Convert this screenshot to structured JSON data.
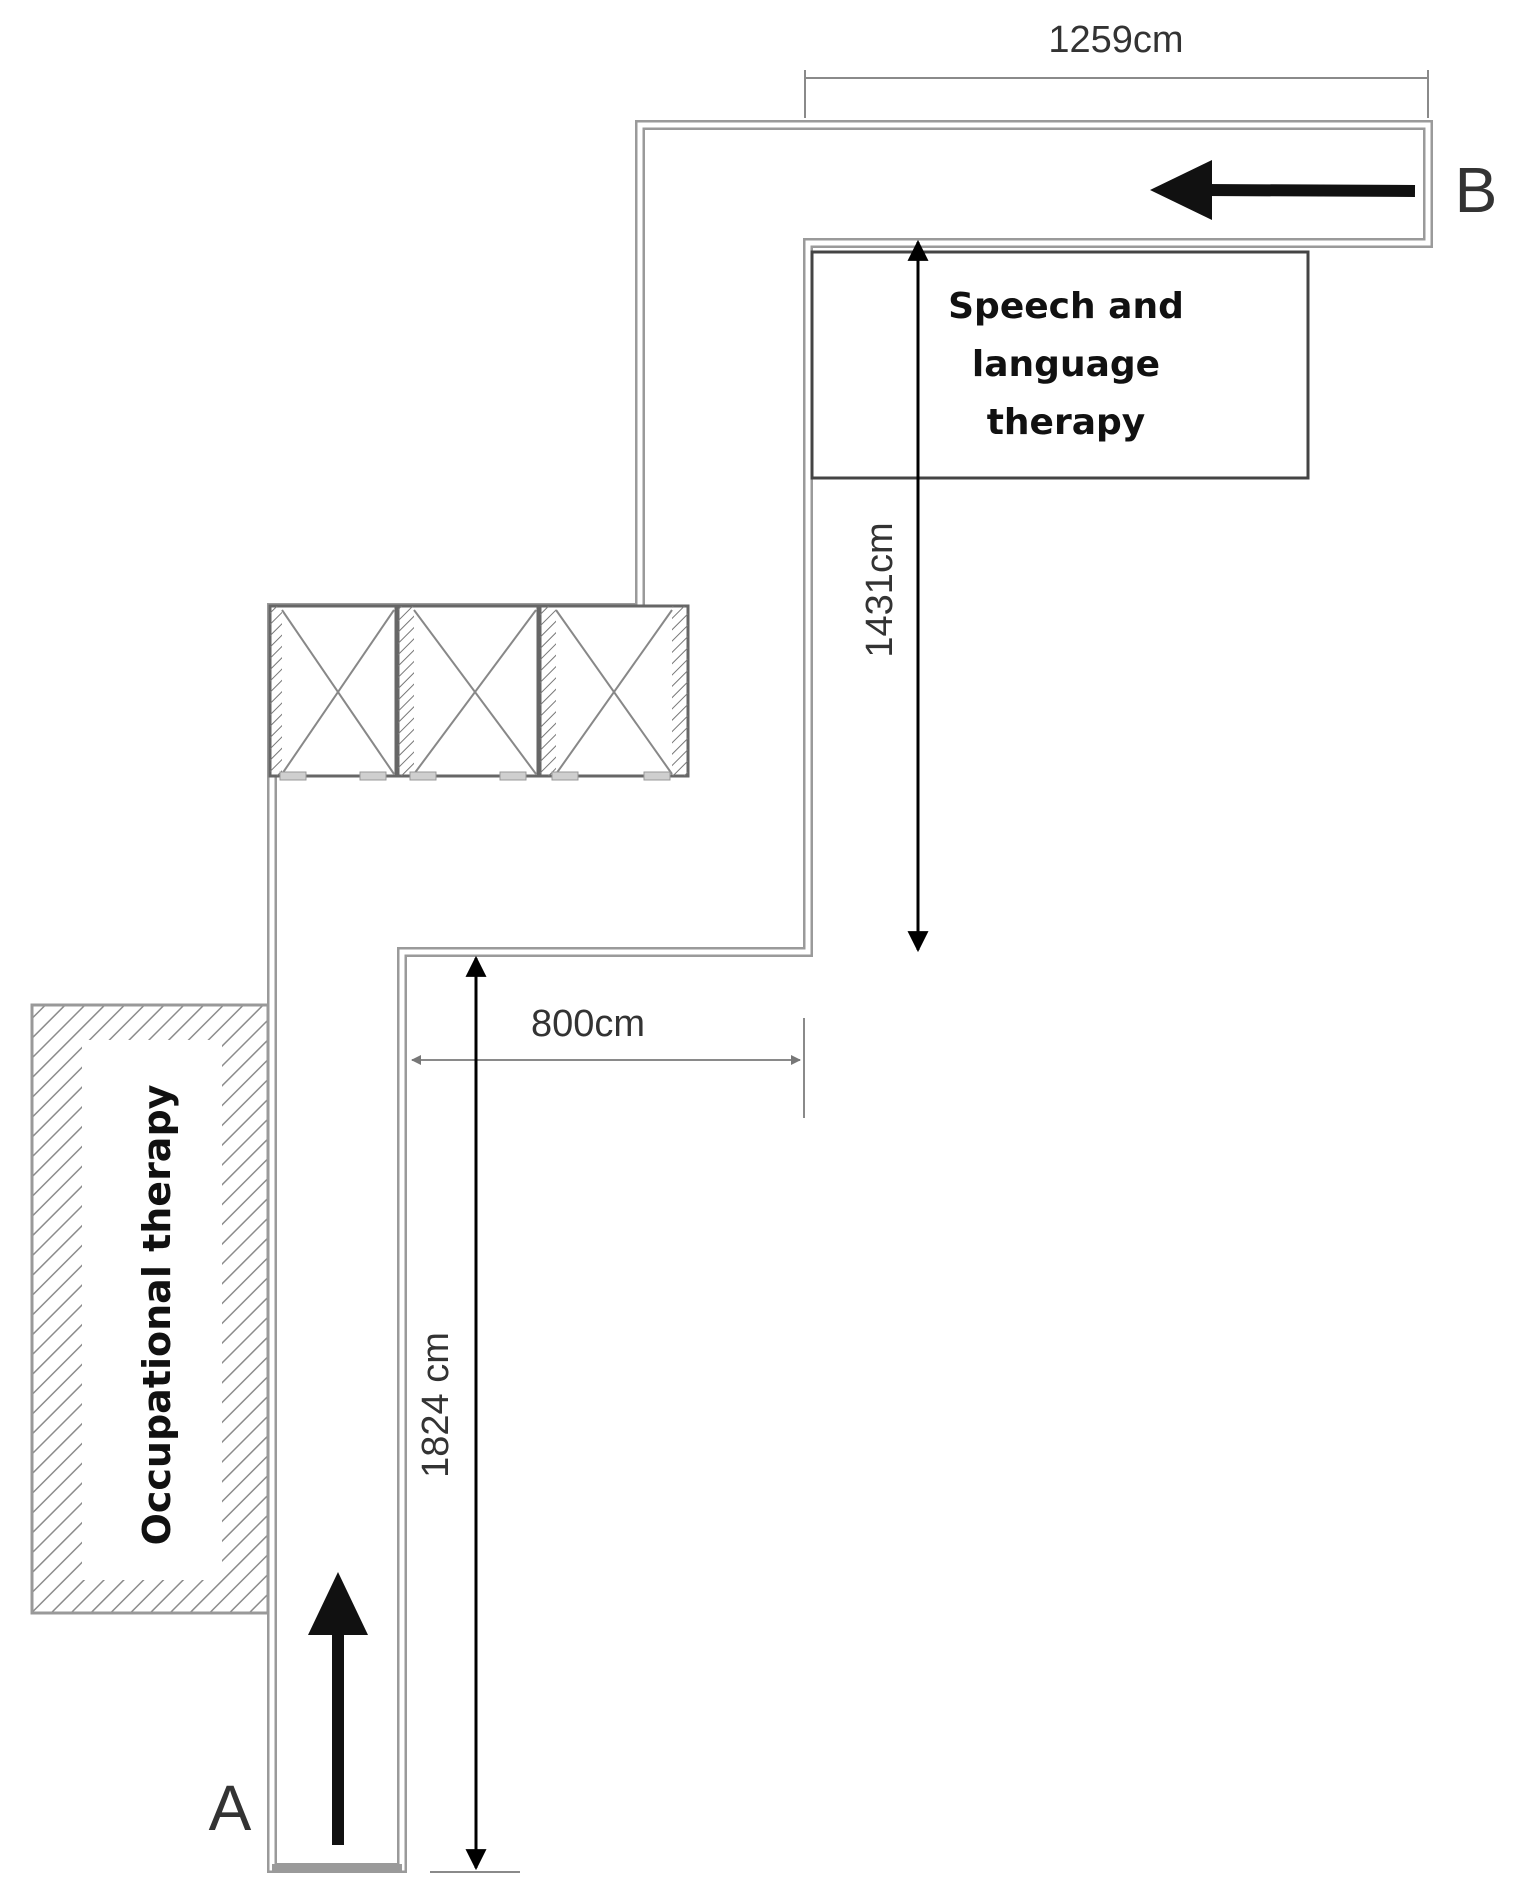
{
  "rooms": {
    "occupational": "Occupational therapy",
    "speech_line1": "Speech and",
    "speech_line2": "language",
    "speech_line3": "therapy"
  },
  "points": {
    "start": "A",
    "end": "B"
  },
  "dimensions": {
    "top": "1259cm",
    "upper_vertical": "1431cm",
    "middle": "800cm",
    "lower_vertical": "1824 cm"
  }
}
